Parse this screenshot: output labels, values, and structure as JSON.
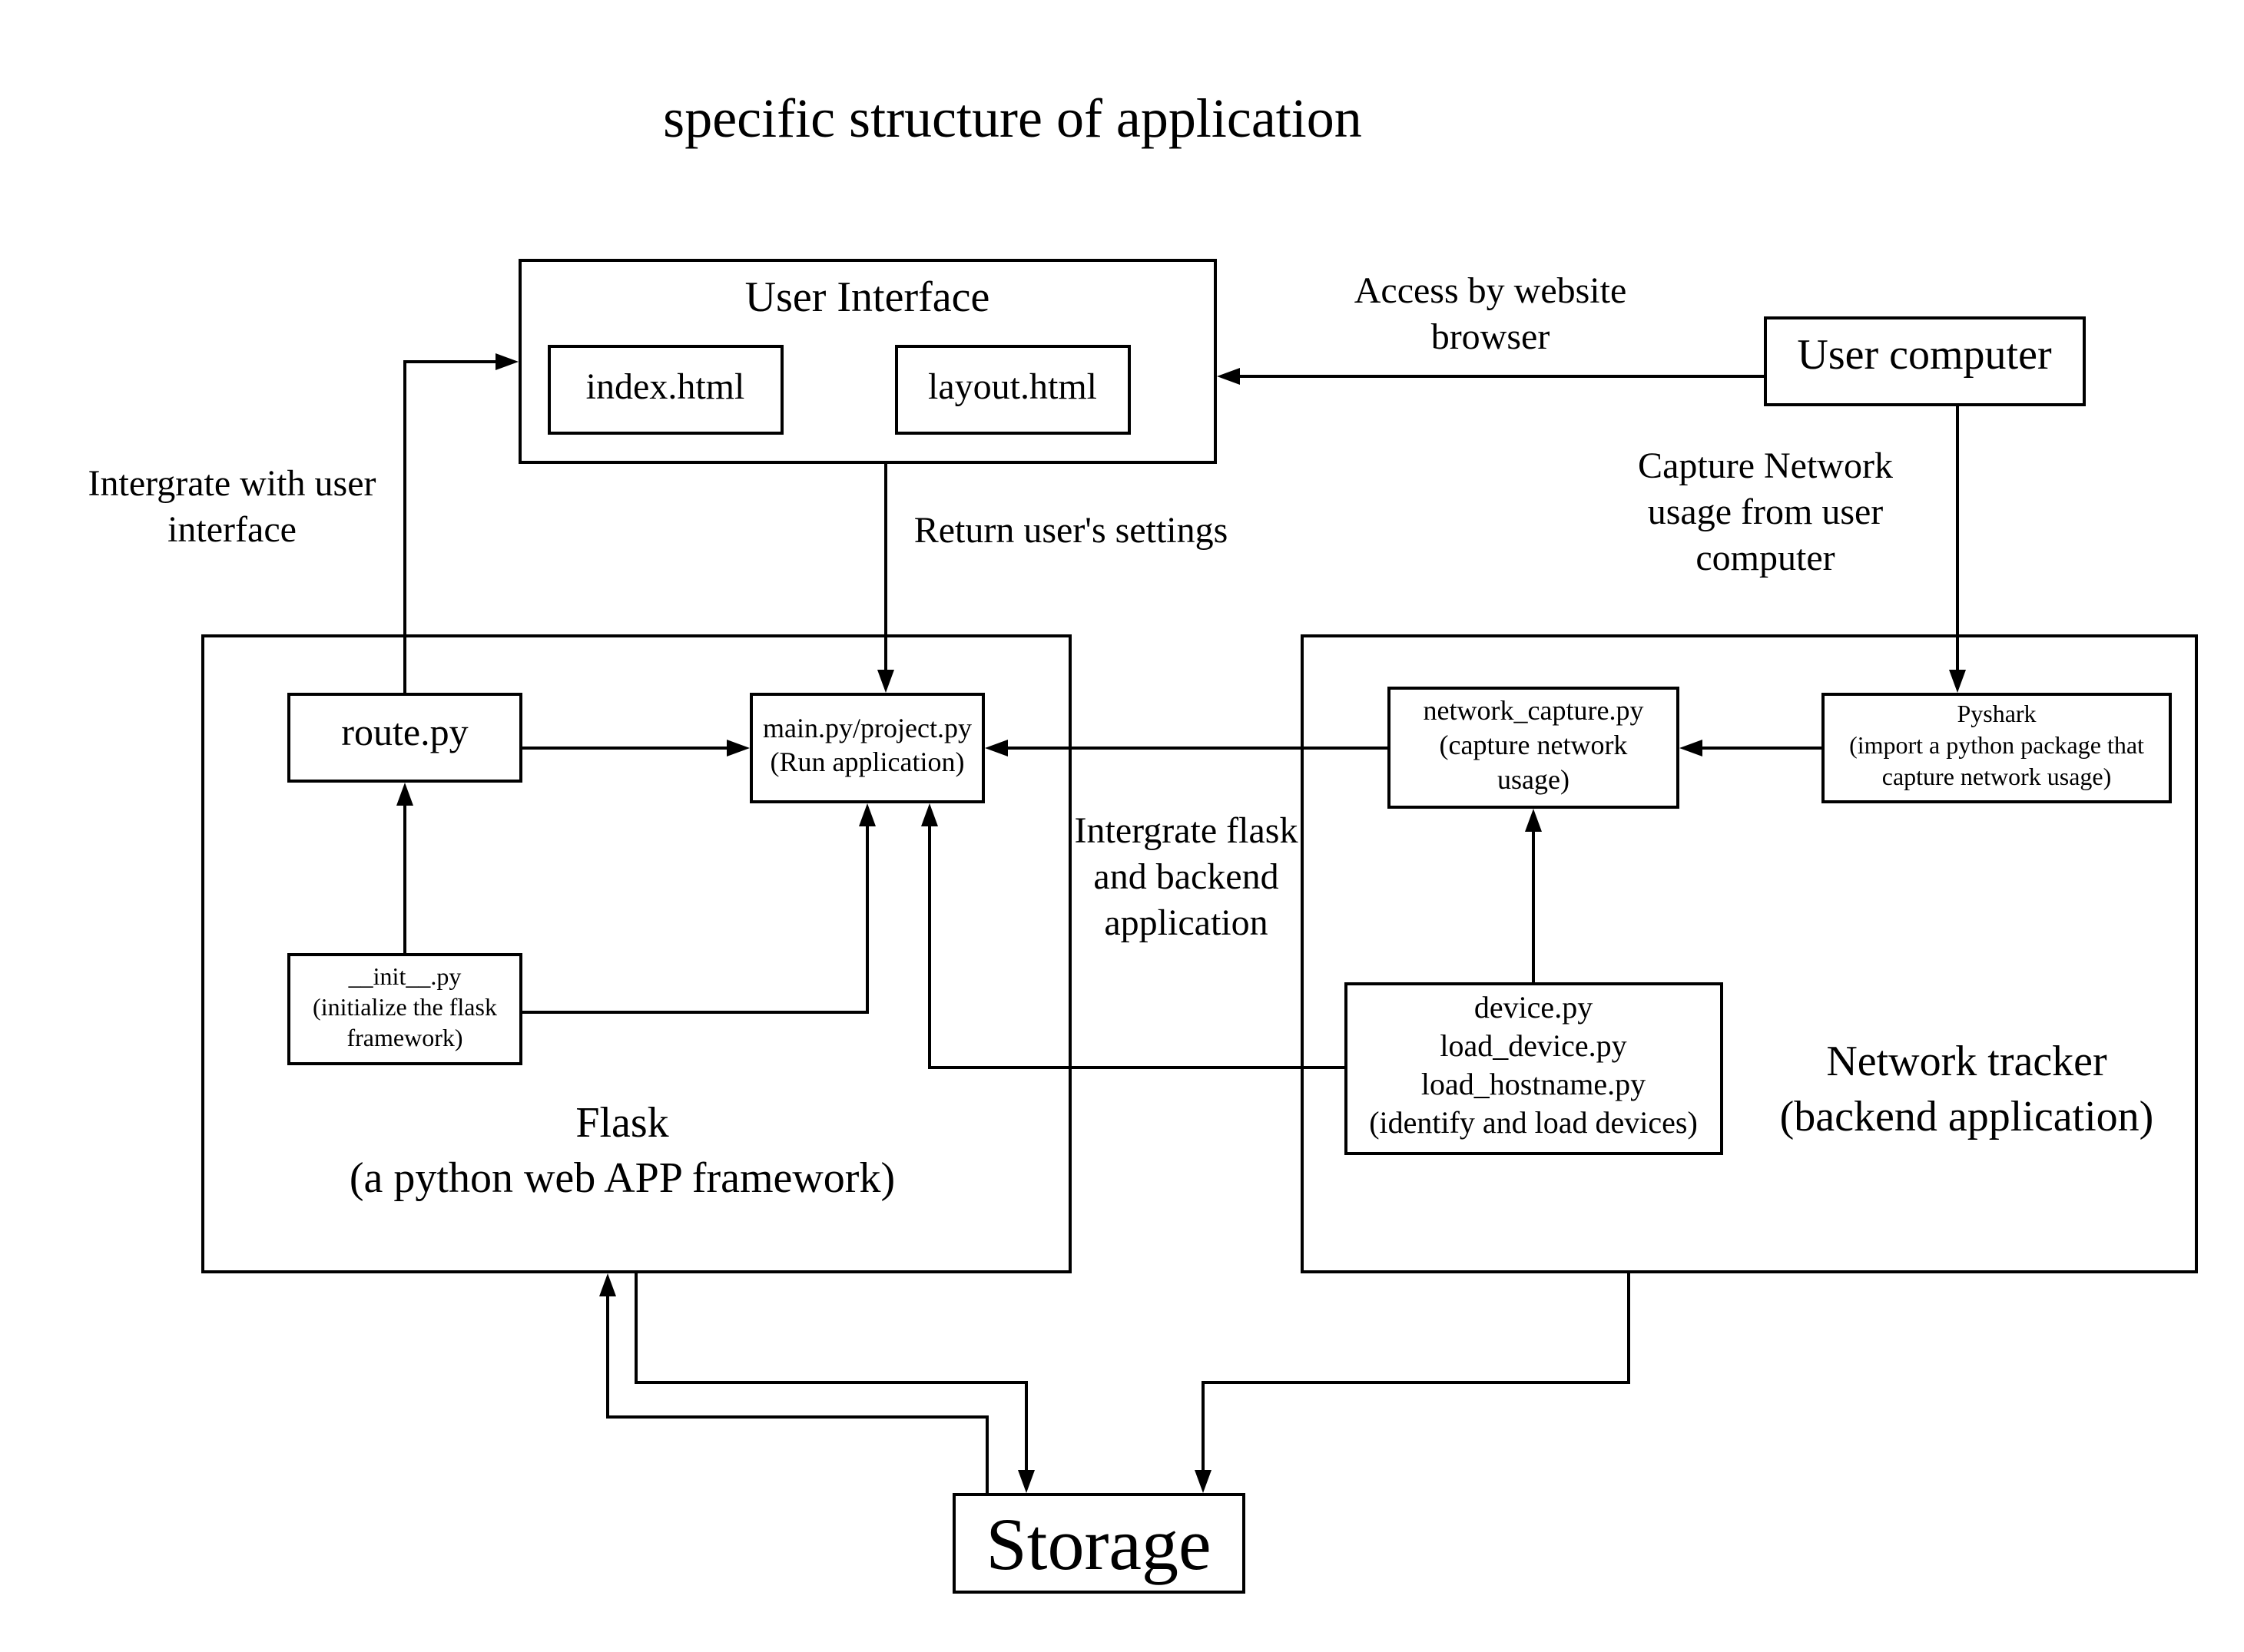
{
  "title": "specific structure of application",
  "boxes": {
    "user_interface": {
      "label": "User Interface"
    },
    "index_html": {
      "label": "index.html"
    },
    "layout_html": {
      "label": "layout.html"
    },
    "user_computer": {
      "label": "User computer"
    },
    "flask": {
      "label_line1": "Flask",
      "label_line2": "(a python web APP framework)"
    },
    "route_py": {
      "label": "route.py"
    },
    "main_py": {
      "line1": "main.py/project.py",
      "line2": "(Run application)"
    },
    "init_py": {
      "line1": "__init__.py",
      "line2": "(initialize the flask",
      "line3": "framework)"
    },
    "network_tracker": {
      "label_line1": "Network tracker",
      "label_line2": "(backend application)"
    },
    "network_capture": {
      "line1": "network_capture.py",
      "line2": "(capture network",
      "line3": "usage)"
    },
    "pyshark": {
      "line1": "Pyshark",
      "line2": "(import a python package that",
      "line3": "capture network usage)"
    },
    "device_py": {
      "line1": "device.py",
      "line2": "load_device.py",
      "line3": "load_hostname.py",
      "line4": "(identify and load devices)"
    },
    "storage": {
      "label": "Storage"
    }
  },
  "edge_labels": {
    "access": {
      "line1": "Access by website",
      "line2": "browser"
    },
    "integrate_ui": {
      "line1": "Intergrate with user",
      "line2": "interface"
    },
    "return_settings": {
      "line1": "Return user's settings"
    },
    "capture_usage": {
      "line1": "Capture Network",
      "line2": "usage from user",
      "line3": "computer"
    },
    "integrate_backend": {
      "line1": "Intergrate flask",
      "line2": "and backend",
      "line3": "application"
    }
  },
  "colors": {
    "stroke": "#000000",
    "background": "#ffffff"
  }
}
